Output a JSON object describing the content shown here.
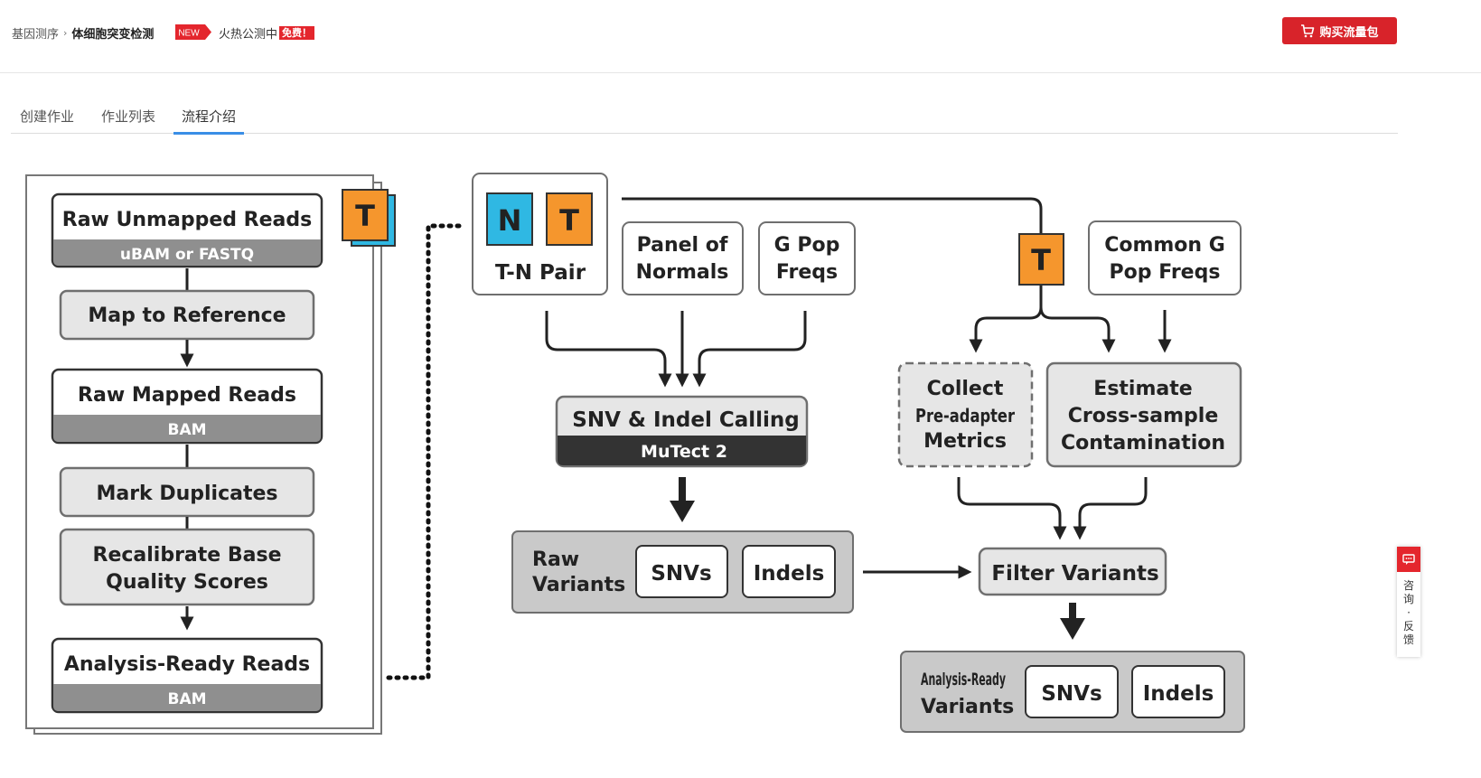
{
  "header": {
    "breadcrumb_root": "基因测序",
    "breadcrumb_separator": "›",
    "breadcrumb_current": "体细胞突变检测",
    "new_badge": "NEW",
    "hot_text": "火热公测中",
    "free_badge": "免费！",
    "buy_button": "购买流量包"
  },
  "tabs": {
    "create": "创建作业",
    "list": "作业列表",
    "intro": "流程介绍"
  },
  "consult": {
    "label": "咨询·反馈"
  },
  "diagram": {
    "preprocess": {
      "tag": "T",
      "raw_unmapped": "Raw Unmapped Reads",
      "raw_unmapped_format": "uBAM or FASTQ",
      "map_ref": "Map to Reference",
      "raw_mapped": "Raw Mapped Reads",
      "raw_mapped_format": "BAM",
      "mark_dup": "Mark Duplicates",
      "recal_line1": "Recalibrate Base",
      "recal_line2": "Quality Scores",
      "analysis_ready": "Analysis-Ready Reads",
      "analysis_ready_format": "BAM"
    },
    "inputs": {
      "normal_tag": "N",
      "tumor_tag": "T",
      "tn_pair": "T-N Pair",
      "pon_line1": "Panel of",
      "pon_line2": "Normals",
      "gpop_line1": "G Pop",
      "gpop_line2": "Freqs"
    },
    "calling": {
      "title": "SNV & Indel Calling",
      "tool": "MuTect 2"
    },
    "raw_variants": {
      "label_line1": "Raw",
      "label_line2": "Variants",
      "snvs": "SNVs",
      "indels": "Indels"
    },
    "contam": {
      "tumor_tag": "T",
      "common_line1": "Common G",
      "common_line2": "Pop Freqs",
      "collect_line1": "Collect",
      "collect_line2": "Pre-adapter",
      "collect_line3": "Metrics",
      "estimate_line1": "Estimate",
      "estimate_line2": "Cross-sample",
      "estimate_line3": "Contamination"
    },
    "filter": {
      "label": "Filter Variants"
    },
    "final_variants": {
      "label_line1": "Analysis-Ready",
      "label_line2": "Variants",
      "snvs": "SNVs",
      "indels": "Indels"
    },
    "colors": {
      "normal_blue": "#2fb8e3",
      "tumor_orange": "#f5962d",
      "box_fill": "#e6e6e6",
      "box_stroke": "#6f6f6f",
      "band_gray": "#8f8f8f",
      "band_dark": "#333333",
      "panel_gray": "#c9c9c9"
    }
  }
}
